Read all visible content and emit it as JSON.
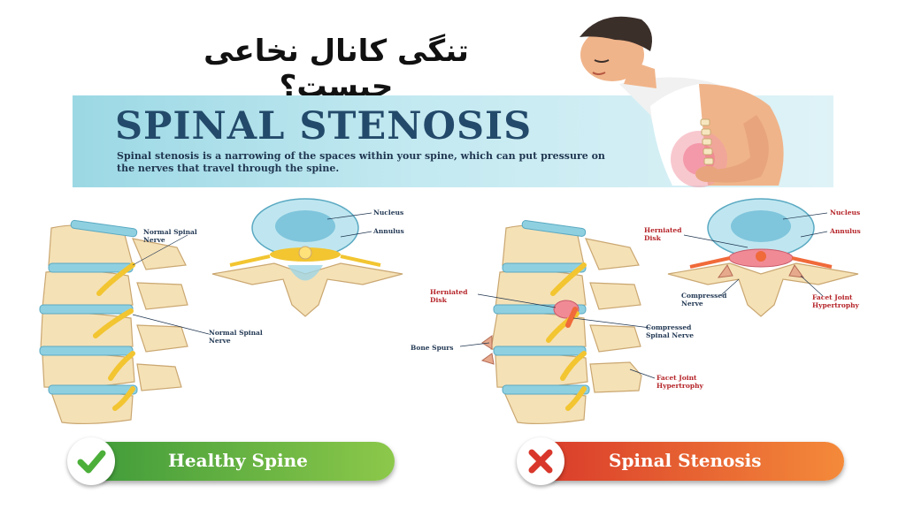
{
  "persian_title": "تنگی کانال نخاعی چیست؟",
  "banner": {
    "title": "SPINAL STENOSIS",
    "description": "Spinal stenosis is a narrowing of the spaces within your spine, which can put pressure on the nerves that travel through the spine."
  },
  "healthy_labels": {
    "normal_spinal_nerve_top": "Normal Spinal Nerve",
    "nucleus": "Nucleus",
    "annulus": "Annulus",
    "normal_spinal_nerve_bottom": "Normal Spinal Nerve"
  },
  "stenosis_labels": {
    "herniated_disk_top": "Herniated Disk",
    "nucleus": "Nucleus",
    "annulus": "Annulus",
    "compressed_nerve": "Compressed Nerve",
    "facet_joint_hypertrophy_top": "Facet Joint Hypertrophy",
    "herniated_disk_side": "Herniated Disk",
    "compressed_spinal_nerve": "Compressed Spinal Nerve",
    "bone_spurs": "Bone Spurs",
    "facet_joint_hypertrophy_side": "Facet Joint Hypertrophy"
  },
  "buttons": {
    "healthy": "Healthy Spine",
    "stenosis": "Spinal Stenosis"
  },
  "colors": {
    "healthy_green": "#5cb346",
    "stenosis_red": "#e4452b",
    "banner_text": "#234a6a",
    "label_blue": "#243a55",
    "label_red": "#b5252a"
  },
  "icons": [
    "checkmark-icon",
    "cross-icon"
  ]
}
